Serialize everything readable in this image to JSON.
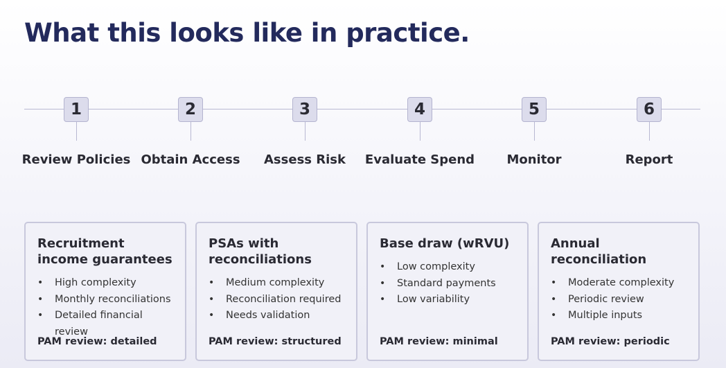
{
  "title": "What this looks like in practice.",
  "steps": [
    {
      "number": "1",
      "label": "Review Policies"
    },
    {
      "number": "2",
      "label": "Obtain Access"
    },
    {
      "number": "3",
      "label": "Assess Risk"
    },
    {
      "number": "4",
      "label": "Evaluate Spend"
    },
    {
      "number": "5",
      "label": "Monitor"
    },
    {
      "number": "6",
      "label": "Report"
    }
  ],
  "cards": [
    {
      "title": "Recruitment income guarantees",
      "bullets": [
        "High complexity",
        "Monthly reconciliations",
        "Detailed financial review"
      ],
      "footer": "PAM review: detailed"
    },
    {
      "title": "PSAs with reconciliations",
      "bullets": [
        "Medium complexity",
        "Reconciliation required",
        "Needs validation"
      ],
      "footer": "PAM review: structured"
    },
    {
      "title": "Base draw (wRVU)",
      "bullets": [
        "Low complexity",
        "Standard payments",
        "Low variability"
      ],
      "footer": "PAM review: minimal"
    },
    {
      "title": "Annual reconciliation",
      "bullets": [
        "Moderate complexity",
        "Periodic review",
        "Multiple inputs"
      ],
      "footer": "PAM review: periodic"
    }
  ],
  "colors": {
    "title": "#232a5c",
    "badge_bg": "#dcdcec",
    "card_bg": "#f1f1f8",
    "card_border": "#c8c8dc"
  }
}
